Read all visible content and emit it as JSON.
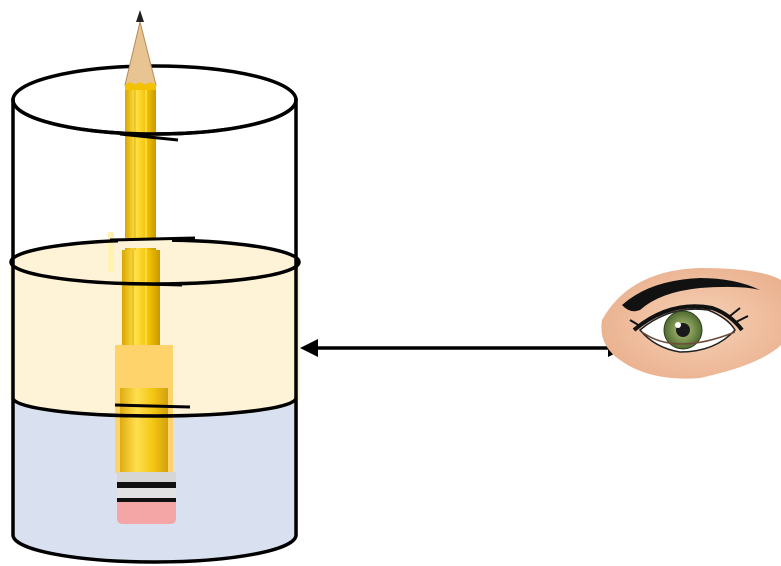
{
  "diagram": {
    "description_text": "",
    "colors": {
      "background": "#ffffff",
      "outline": "#000000",
      "upper_liquid": "#fef3d6",
      "lower_liquid": "#d9e1f1",
      "pencil_body": "#f2c200",
      "pencil_body_light": "#ffe14a",
      "pencil_body_dark": "#c99700",
      "pencil_wood": "#e9c493",
      "pencil_lead": "#222222",
      "eraser": "#f4a5a5",
      "ferrule_silver": "#d6d6d6",
      "ferrule_dark": "#111111",
      "refracted_segment": "#ffd36b",
      "skin": "#f3c7a7",
      "iris": "#6f8f4a",
      "pupil": "#1a1a1a",
      "arrow": "#000000"
    },
    "icons": [
      "glass-beaker-icon",
      "pencil-icon",
      "eye-icon",
      "double-arrow-icon"
    ],
    "layers": [
      "empty-glass-top",
      "upper-liquid-layer",
      "lower-liquid-layer"
    ]
  }
}
